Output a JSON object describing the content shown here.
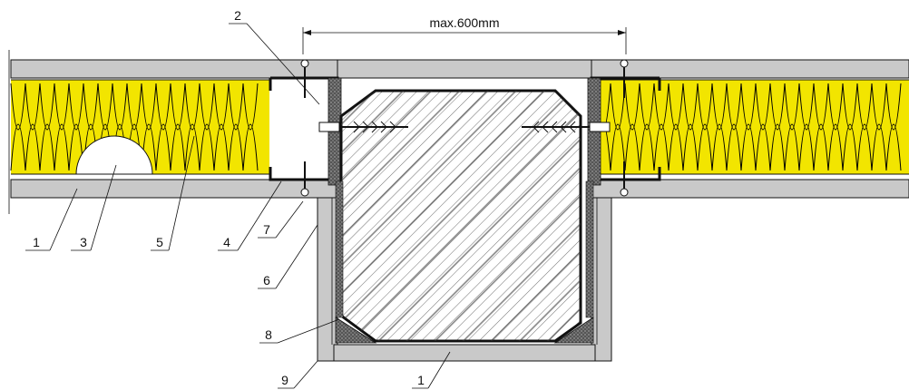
{
  "dimension": {
    "text": "max.600mm"
  },
  "callouts": [
    {
      "id": "c1a",
      "text": "1"
    },
    {
      "id": "c3",
      "text": "3"
    },
    {
      "id": "c5",
      "text": "5"
    },
    {
      "id": "c4",
      "text": "4"
    },
    {
      "id": "c7",
      "text": "7"
    },
    {
      "id": "c2",
      "text": "2"
    },
    {
      "id": "c6",
      "text": "6"
    },
    {
      "id": "c8",
      "text": "8"
    },
    {
      "id": "c9",
      "text": "9"
    },
    {
      "id": "c1b",
      "text": "1"
    }
  ],
  "colors": {
    "board": "#c9c9c9",
    "insulation": "#f2e500",
    "insulation_line": "#000000",
    "gypsum": "#ffffff",
    "fire_seal": "#444444",
    "stud": "#222222"
  }
}
